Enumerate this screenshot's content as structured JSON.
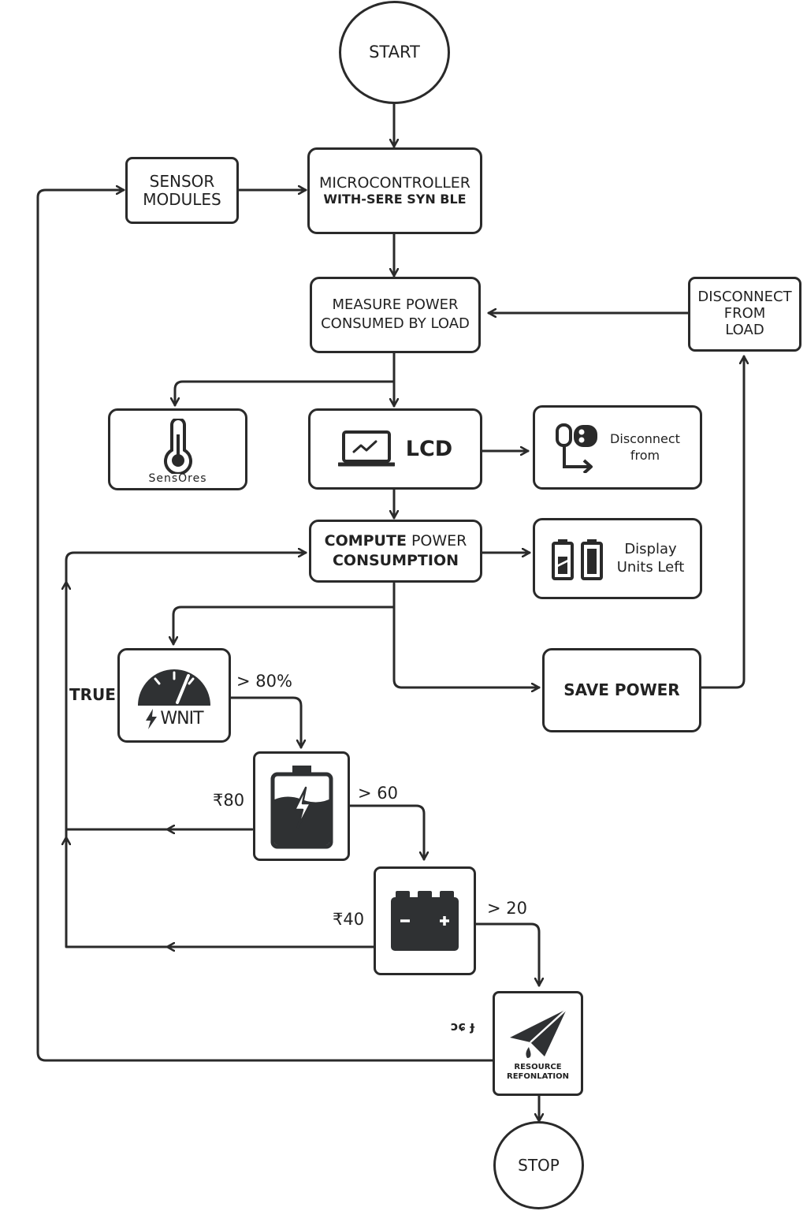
{
  "start": "START",
  "stop": "STOP",
  "sensor_modules": [
    "SENSOR",
    "MODULES"
  ],
  "microcontroller": [
    "MICROCONTROLLER",
    "WITH-SERE SYN BLE"
  ],
  "measure_power": [
    "MEASURE POWER",
    "CONSUMED BY LOAD"
  ],
  "disconnect_load": [
    "DISCONNECT",
    "FROM",
    "LOAD"
  ],
  "sensors_box": "SensOres",
  "lcd": "LCD",
  "disconnect_from": [
    "Disconnect",
    "from"
  ],
  "compute_power": [
    "COMPUTE",
    " POWER",
    "CONSUMPTION"
  ],
  "display_units": [
    "Display",
    "Units Left"
  ],
  "save_power": "SAVE POWER",
  "meter_label": "WNIT",
  "resource_label": [
    "RESOURCE",
    "REFONLATION"
  ],
  "edge_labels": {
    "true": "TRUE",
    "gt80": "> 80%",
    "r80": "₹80",
    "gt60": "> 60",
    "r40": "₹40",
    "gt20": "> 20",
    "garbled": "ɔɕ ɟ"
  },
  "colors": {
    "stroke": "#2a2a2a",
    "fill": "#2f3133",
    "background": "#ffffff"
  }
}
